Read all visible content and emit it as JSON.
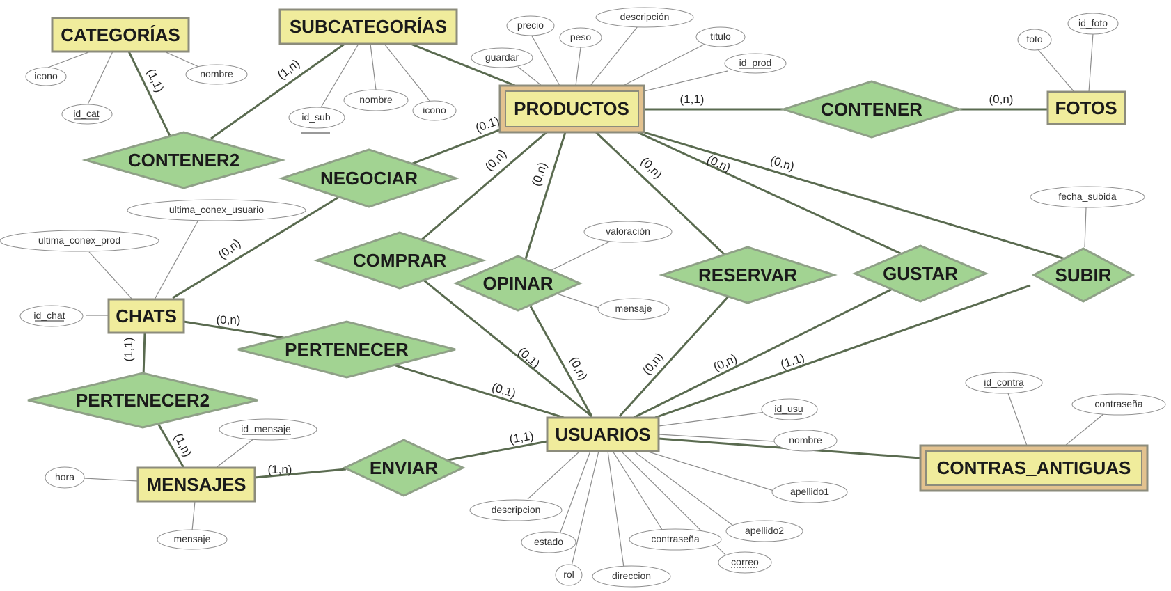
{
  "entities": {
    "categorias": "CATEGORÍAS",
    "subcategorias": "SUBCATEGORÍAS",
    "productos": "PRODUCTOS",
    "fotos": "FOTOS",
    "chats": "CHATS",
    "mensajes": "MENSAJES",
    "usuarios": "USUARIOS",
    "contras_antiguas": "CONTRAS_ANTIGUAS"
  },
  "relationships": {
    "contener": "CONTENER",
    "contener2": "CONTENER2",
    "negociar": "NEGOCIAR",
    "comprar": "COMPRAR",
    "opinar": "OPINAR",
    "reservar": "RESERVAR",
    "gustar": "GUSTAR",
    "subir": "SUBIR",
    "pertenecer": "PERTENECER",
    "pertenecer2": "PERTENECER2",
    "enviar": "ENVIAR"
  },
  "attributes": {
    "cat_icono": "icono",
    "cat_id": "id_cat",
    "cat_nombre": "nombre",
    "sub_id": "id_sub",
    "sub_nombre": "nombre",
    "sub_icono": "icono",
    "prod_precio": "precio",
    "prod_peso": "peso",
    "prod_descripcion": "descripción",
    "prod_titulo": "titulo",
    "prod_id": "id_prod",
    "prod_guardar": "guardar",
    "foto_foto": "foto",
    "foto_id": "id_foto",
    "chat_conex_usuario": "ultima_conex_usuario",
    "chat_conex_prod": "ultima_conex_prod",
    "chat_id": "id_chat",
    "opinar_valoracion": "valoración",
    "opinar_mensaje": "mensaje",
    "subir_fecha": "fecha_subida",
    "msg_id": "id_mensaje",
    "msg_hora": "hora",
    "msg_mensaje": "mensaje",
    "usu_id": "id_usu",
    "usu_nombre": "nombre",
    "usu_apellido1": "apellido1",
    "usu_apellido2": "apellido2",
    "usu_correo": "correo",
    "usu_contrasena": "contraseña",
    "usu_direccion": "direccion",
    "usu_rol": "rol",
    "usu_estado": "estado",
    "usu_descripcion": "descripcion",
    "contra_id": "id_contra",
    "contra_contrasena": "contraseña"
  },
  "cardinalities": {
    "categorias_contener2": "(1,1)",
    "subcategorias_contener2": "(1,n)",
    "productos_contener": "(1,1)",
    "fotos_contener": "(0,n)",
    "productos_negociar": "(0,1)",
    "chats_negociar": "(0,n)",
    "productos_comprar": "(0,n)",
    "productos_opinar": "(0,n)",
    "productos_reservar": "(0,n)",
    "productos_gustar": "(0,n)",
    "productos_subir": "(0,n)",
    "chats_pertenecer": "(0,n)",
    "usuarios_pertenecer": "(0,1)",
    "usuarios_comprar": "(0,1)",
    "usuarios_opinar": "(0,n)",
    "usuarios_reservar": "(0,n)",
    "usuarios_gustar": "(0,n)",
    "usuarios_subir": "(1,1)",
    "chats_pertenecer2": "(1,1)",
    "mensajes_pertenecer2": "(1,n)",
    "mensajes_enviar": "(1,n)",
    "usuarios_enviar": "(1,1)"
  },
  "colors": {
    "entity_fill": "#f0ec9c",
    "weak_entity_outer": "#e3c28f",
    "relationship_fill": "#a2d392",
    "edge": "#5a6b50"
  }
}
